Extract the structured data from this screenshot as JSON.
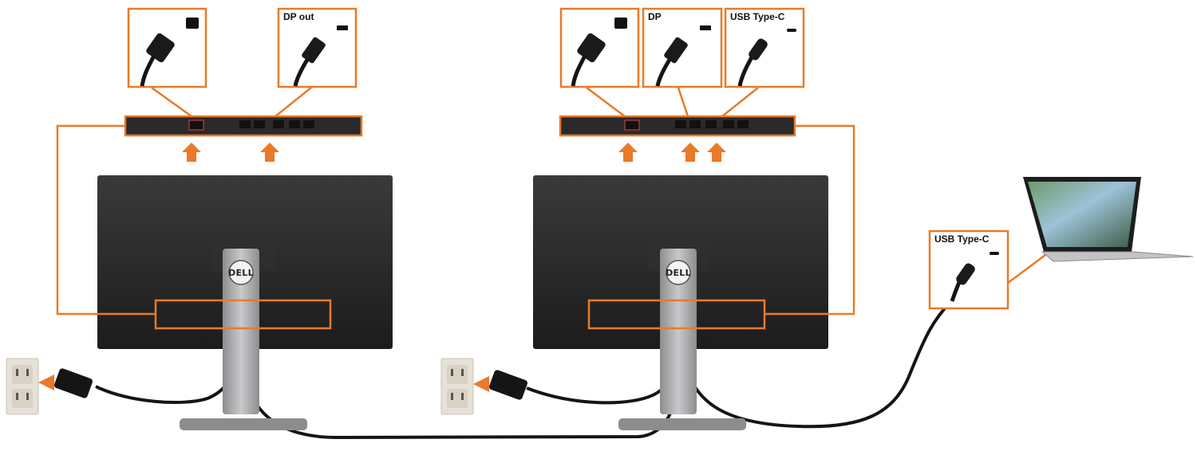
{
  "colors": {
    "accent": "#ea7a28",
    "monitor_back": "#2b2b2b",
    "stand": "#a9a9ab",
    "cable": "#151515",
    "outlet": "#e6e1d6",
    "background": "#ffffff"
  },
  "brand": "DELL",
  "monitor_1": {
    "callouts": [
      {
        "label": "",
        "icon": "power-connector-icon"
      },
      {
        "label": "DP out",
        "icon": "displayport-connector-icon"
      }
    ]
  },
  "monitor_2": {
    "callouts": [
      {
        "label": "",
        "icon": "power-connector-icon"
      },
      {
        "label": "DP",
        "icon": "displayport-connector-icon"
      },
      {
        "label": "USB Type-C",
        "icon": "usb-c-connector-icon"
      }
    ]
  },
  "laptop": {
    "callout": {
      "label": "USB Type-C",
      "icon": "usb-c-connector-icon"
    }
  }
}
